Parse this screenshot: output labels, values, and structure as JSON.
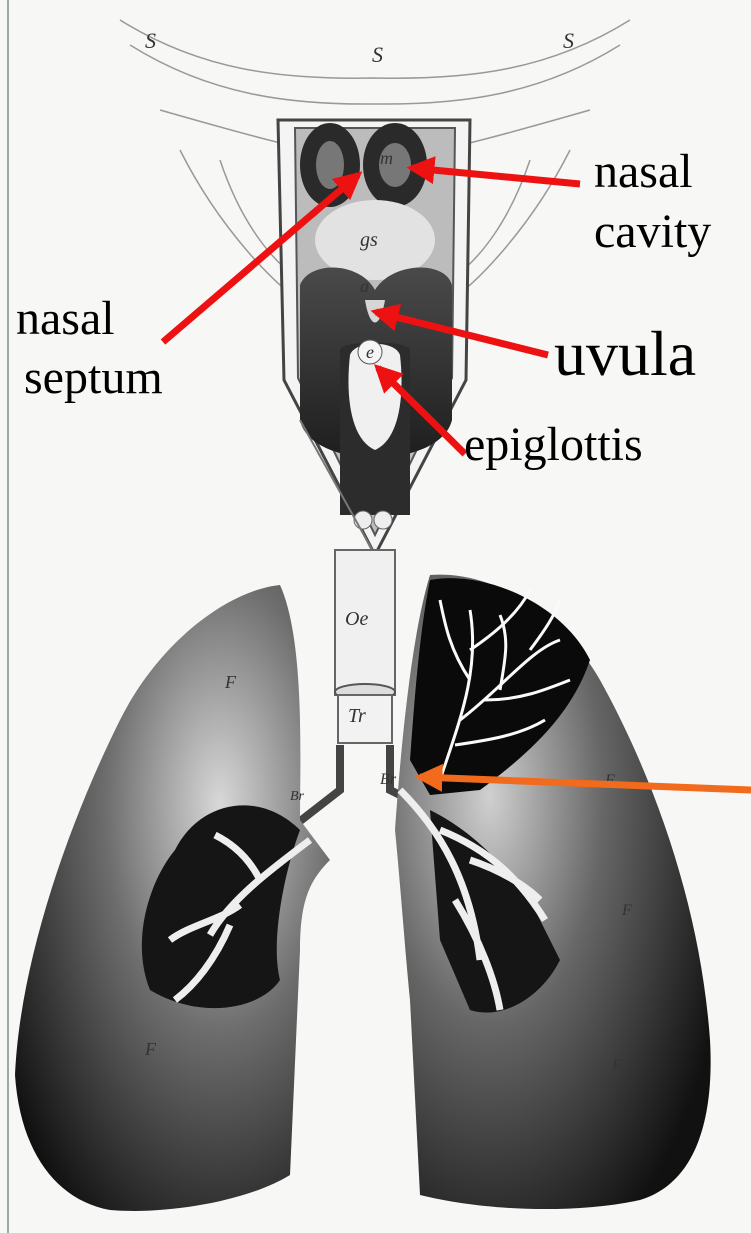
{
  "figure": {
    "labels": {
      "nasal_cavity_line1": "nasal",
      "nasal_cavity_line2": "cavity",
      "nasal_septum_line1": "nasal",
      "nasal_septum_line2": "septum",
      "uvula": "uvula",
      "epiglottis": "epiglottis"
    },
    "engraving_letters": {
      "s_left": "S",
      "s_center": "S",
      "s_right": "S",
      "m": "m",
      "gs": "gs",
      "a": "a",
      "e": "e",
      "oe": "Oe",
      "tr": "Tr",
      "br_right": "Br",
      "br_left": "Br",
      "f_left_upper": "F",
      "f_left_lower": "F",
      "f_right_upper": "F",
      "f_right_mid": "F",
      "f_right_lower": "F"
    },
    "colors": {
      "arrow_red": "#ee1111",
      "arrow_orange": "#f26a1b",
      "lung_dark": "#1c1c1c",
      "paper": "#f7f7f5"
    }
  }
}
